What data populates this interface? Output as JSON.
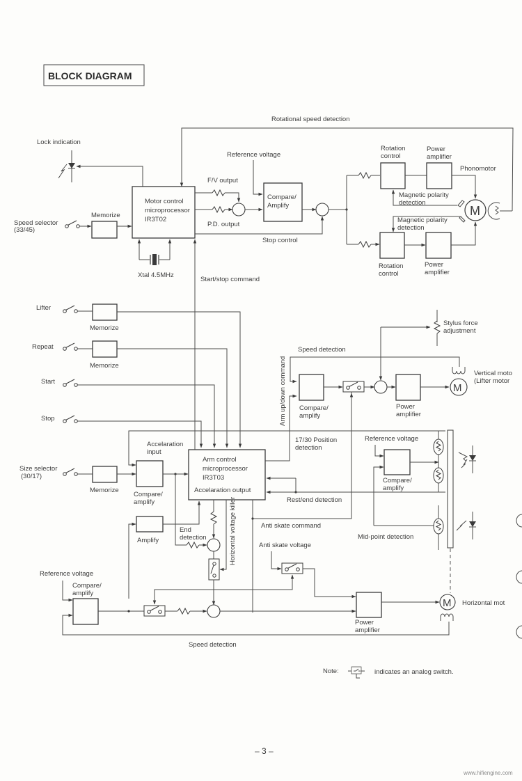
{
  "document": {
    "title": "BLOCK DIAGRAM",
    "page_number": "– 3 –",
    "watermark": "www.hifiengine.com"
  },
  "motor_section": {
    "rotational_speed_detection": "Rotational speed detection",
    "lock_indication": "Lock indication",
    "speed_selector": [
      "Speed selector",
      "(33/45)"
    ],
    "memorize": "Memorize",
    "motor_cpu": [
      "Motor control",
      "microprocessor",
      "IR3T02"
    ],
    "xtal": "Xtal 4.5MHz",
    "fv_output": "F/V output",
    "pd_output": "P.D. output",
    "reference_voltage": "Reference voltage",
    "compare_amplify": [
      "Compare/",
      "Amplify"
    ],
    "stop_control": "Stop control",
    "start_stop_command": "Start/stop command",
    "rotation_control_top": [
      "Rotation",
      "control"
    ],
    "power_amplifier_top": [
      "Power",
      "amplifier"
    ],
    "phonomotor": "Phonomotor",
    "magnetic_polarity_top": [
      "Magnetic polarity",
      "detection"
    ],
    "magnetic_polarity_bottom": [
      "Magnetic polarity",
      "detection"
    ],
    "rotation_control_bottom": [
      "Rotation",
      "control"
    ],
    "power_amplifier_bottom": [
      "Power",
      "amplifier"
    ],
    "motor_symbol": "M"
  },
  "inputs": {
    "lifter": "Lifter",
    "repeat": "Repeat",
    "start": "Start",
    "stop": "Stop",
    "size_selector": [
      "Size selector",
      "(30/17)"
    ],
    "memorize": "Memorize"
  },
  "arm_section": {
    "arm_cpu": [
      "Arm control",
      "microprocessor",
      "IR3T03"
    ],
    "acceleration_output": "Accelaration output",
    "acceleration_input": [
      "Accelaration",
      "input"
    ],
    "compare_amplify": [
      "Compare/",
      "amplify"
    ],
    "amplify": "Amplify",
    "end_detection": [
      "End",
      "detection"
    ],
    "horizontal_voltage_killer": "Horizontal voltage killer",
    "arm_up_down_command": "Arm up/down command",
    "position_detection": [
      "17/30 Position",
      "detection"
    ],
    "rest_end_detection": "Rest/end detection",
    "anti_skate_command": "Anti skate command",
    "anti_skate_voltage": "Anti skate voltage",
    "reference_voltage_left": "Reference voltage",
    "compare_amplify_left": [
      "Compare/",
      "amplify"
    ],
    "speed_detection_bottom": "Speed detection",
    "power_amplifier_bottom": [
      "Power",
      "amplifier"
    ],
    "horizontal_motor": "Horizontal mot",
    "motor_symbol": "M"
  },
  "lifter_section": {
    "speed_detection": "Speed detection",
    "stylus_force": [
      "Stylus force",
      "adjustment"
    ],
    "compare_amplify": [
      "Compare/",
      "amplify"
    ],
    "power_amplifier": [
      "Power",
      "amplifier"
    ],
    "vertical_motor": [
      "Vertical moto",
      "(Lifter motor"
    ],
    "motor_symbol": "M"
  },
  "sensor_section": {
    "reference_voltage": "Reference voltage",
    "compare_amplify": [
      "Compare/",
      "amplify"
    ],
    "mid_point_detection": "Mid-point detection"
  },
  "note": {
    "label": "Note:",
    "text": "indicates an analog switch."
  }
}
